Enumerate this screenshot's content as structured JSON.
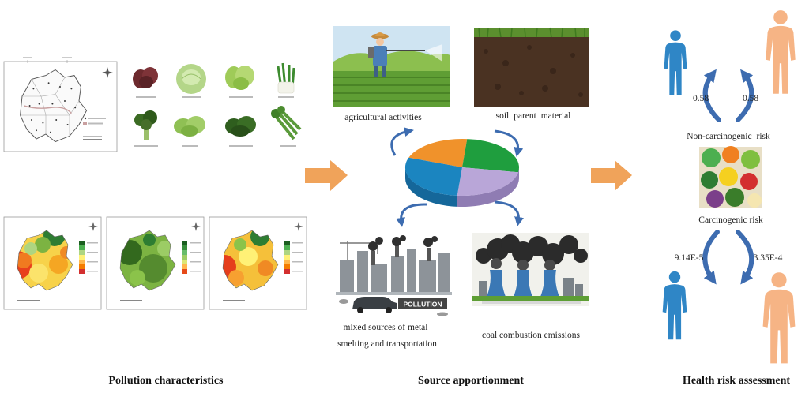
{
  "titles": {
    "pollution_characteristics": "Pollution characteristics",
    "source_apportionment": "Source apportionment",
    "health_risk_assessment": "Health risk assessment"
  },
  "sources": {
    "agricultural": "agricultural activities",
    "soil": "soil parent material",
    "mixed_line1": "mixed sources of metal",
    "mixed_line2": "smelting and transportation",
    "coal": "coal combustion emissions"
  },
  "illustration_text": {
    "pollution_sign": "POLLUTION"
  },
  "health": {
    "non_carcinogenic": {
      "label": "Non-carcinogenic risk",
      "left_value": "0.58",
      "right_value": "0.58"
    },
    "carcinogenic": {
      "label": "Carcinogenic risk",
      "left_value": "9.14E-5",
      "right_value": "3.35E-4"
    }
  },
  "colors": {
    "flow_arrow": "#f0a35a",
    "curve_arrow": "#3d6cb0",
    "figure_blue": "#2f86c6",
    "figure_orange": "#f6b485",
    "pie_orange": "#f0922b",
    "pie_green": "#1f9e3e",
    "pie_purple": "#b9a6d8",
    "pie_blue": "#1b85c0"
  }
}
